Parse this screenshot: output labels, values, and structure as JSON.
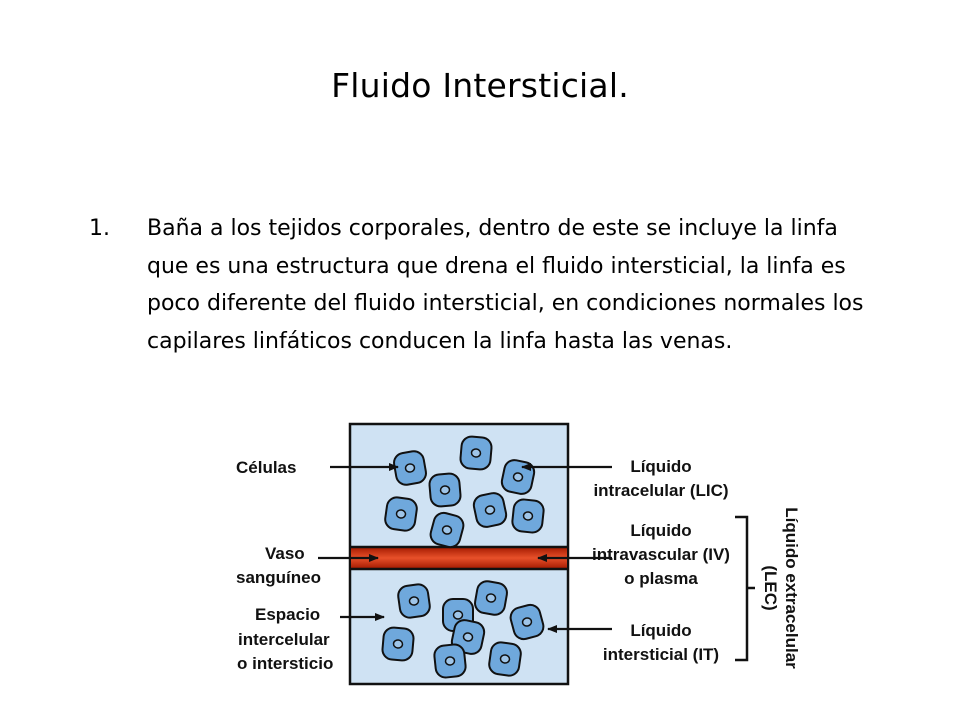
{
  "slide": {
    "title": "Fluido Intersticial.",
    "bullet_number": "1.",
    "bullet_text": "Baña a los tejidos corporales, dentro de este se incluye la linfa que es una estructura que drena el fluido intersticial, la linfa es poco diferente del fluido intersticial, en condiciones normales los capilares linfáticos conducen la linfa hasta las venas."
  },
  "diagram": {
    "labels": {
      "celulas": "Células",
      "vaso_line1": "Vaso",
      "vaso_line2": "sanguíneo",
      "espacio_line1": "Espacio",
      "espacio_line2": "intercelular",
      "espacio_line3": "o intersticio",
      "lic_line1": "Líquido",
      "lic_line2": "intracelular (LIC)",
      "iv_line1": "Líquido",
      "iv_line2": "intravascular (IV)",
      "iv_line3": "o plasma",
      "it_line1": "Líquido",
      "it_line2": "intersticial (IT)",
      "lec_line1": "Líquido extracelular",
      "lec_line2": "(LEC)"
    },
    "colors": {
      "interstitial_fill": "#cfe2f3",
      "cell_fill": "#6fa8dc",
      "nucleus_fill": "#9fc5e8",
      "vessel_fill": "#cc2200",
      "vessel_highlight": "#f26b3a"
    }
  }
}
